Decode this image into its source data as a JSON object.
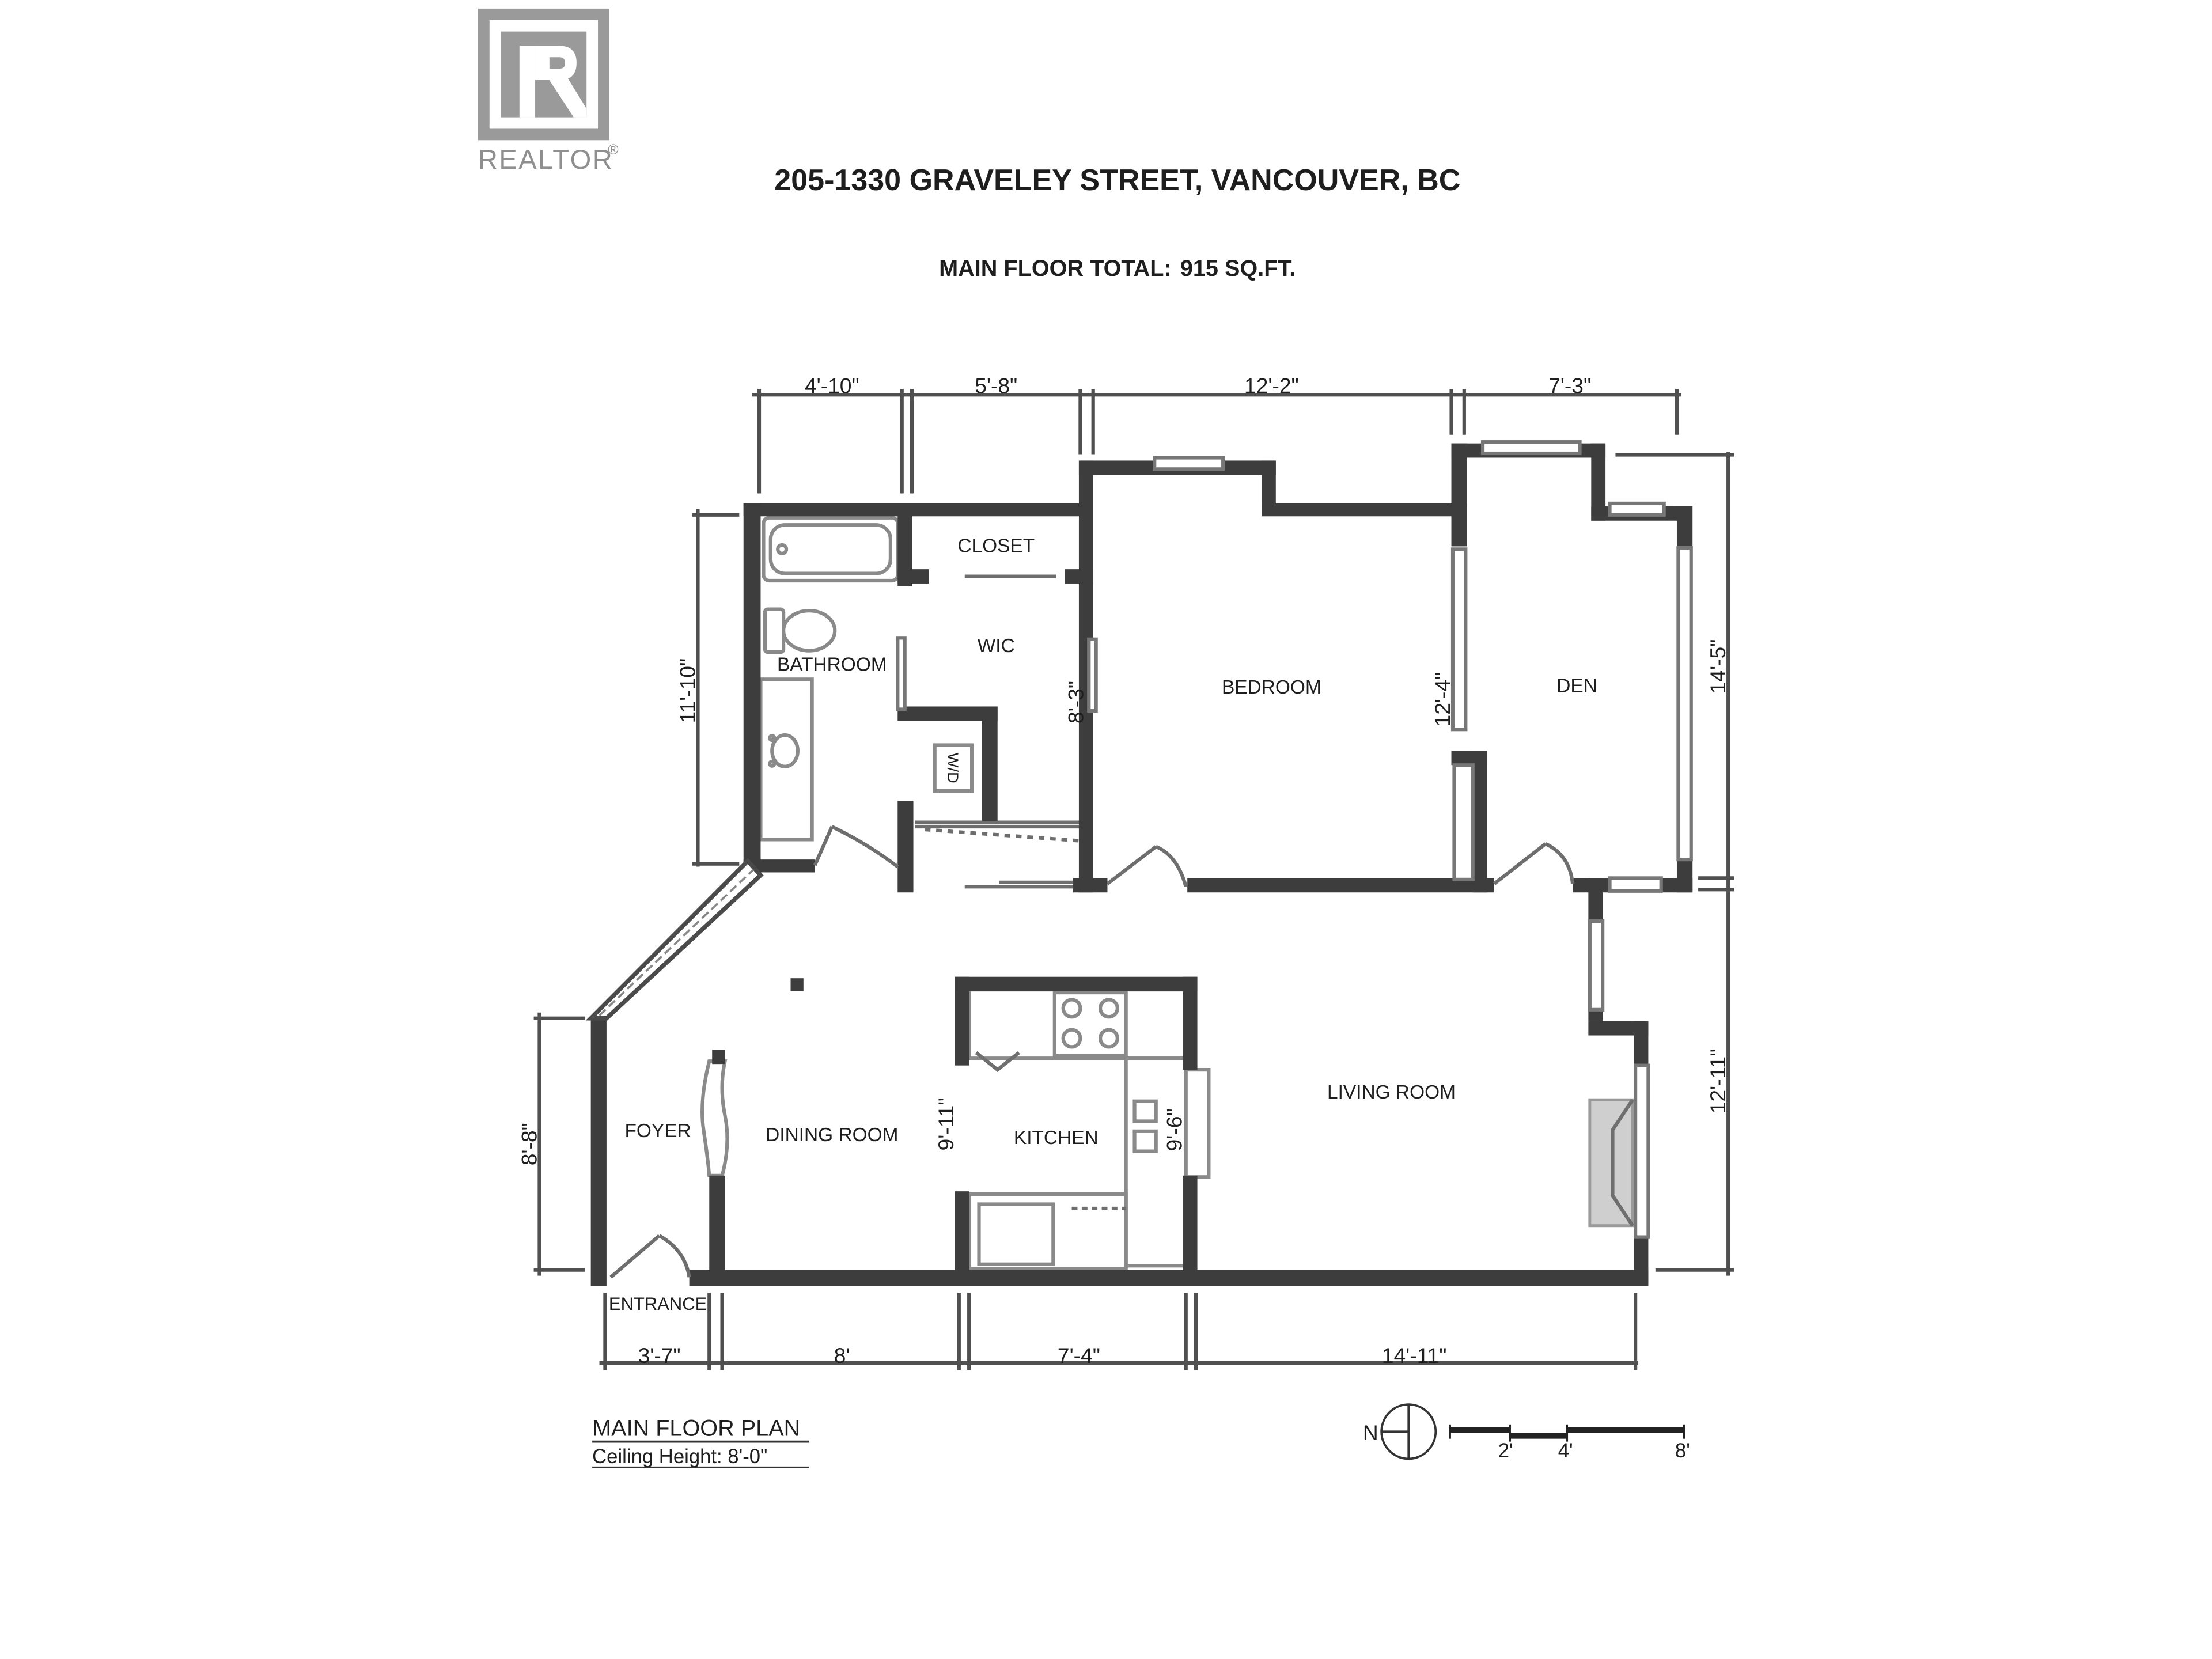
{
  "logo": {
    "text": "REALTOR",
    "registered": "®",
    "color": "#9a9a9a"
  },
  "header": {
    "address": "205-1330 GRAVELEY STREET, VANCOUVER, BC",
    "total_label": "MAIN FLOOR TOTAL:",
    "total_value": "915 SQ.FT."
  },
  "rooms": {
    "closet": "CLOSET",
    "wic": "WIC",
    "bathroom": "BATHROOM",
    "bedroom": "BEDROOM",
    "den": "DEN",
    "foyer": "FOYER",
    "dining_room": "DINING ROOM",
    "kitchen": "KITCHEN",
    "living_room": "LIVING ROOM",
    "entrance": "ENTRANCE",
    "washer_dryer": "W/D"
  },
  "dimensions": {
    "top": [
      "4'-10\"",
      "5'-8\"",
      "12'-2\"",
      "7'-3\""
    ],
    "bottom": [
      "3'-7\"",
      "8'",
      "7'-4\"",
      "14'-11\""
    ],
    "left_upper": "11'-10\"",
    "left_lower": "8'-8\"",
    "right_upper": "14'-5\"",
    "right_lower": "12'-11\"",
    "wic_height": "8'-3\"",
    "bedroom_height": "12'-4\"",
    "dining_height": "9'-11\"",
    "kitchen_height": "9'-6\""
  },
  "footer": {
    "plan_title": "MAIN FLOOR PLAN",
    "ceiling": "Ceiling Height: 8'-0\""
  },
  "compass": {
    "label": "N"
  },
  "scale_bar": {
    "labels": [
      "2'",
      "4'",
      "8'"
    ]
  },
  "colors": {
    "wall": "#3d3d3d",
    "text": "#1e1e1e",
    "logo_gray": "#9a9a9a"
  }
}
